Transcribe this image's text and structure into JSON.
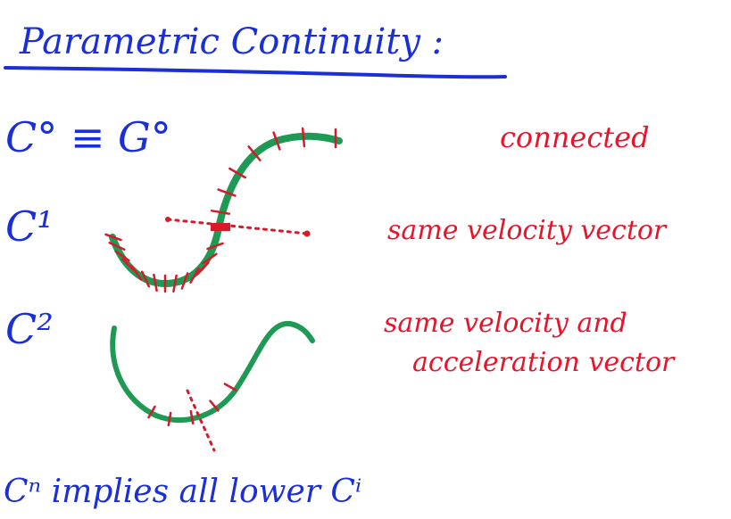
{
  "title": "Parametric Continuity :",
  "rows": [
    {
      "label": "C° ≡ G°",
      "description": [
        "connected"
      ]
    },
    {
      "label": "C¹",
      "description": [
        "same velocity vector"
      ]
    },
    {
      "label": "C²",
      "description": [
        "same velocity and",
        "acceleration vector"
      ]
    }
  ],
  "footer": "Cⁿ implies all lower Cⁱ",
  "colors": {
    "title_ink": "#1a2fd6",
    "label_ink": "#1a2fd6",
    "description_ink": "#e8142c",
    "curve_ink": "#1f9a55",
    "tick_ink": "#d61a2a"
  }
}
